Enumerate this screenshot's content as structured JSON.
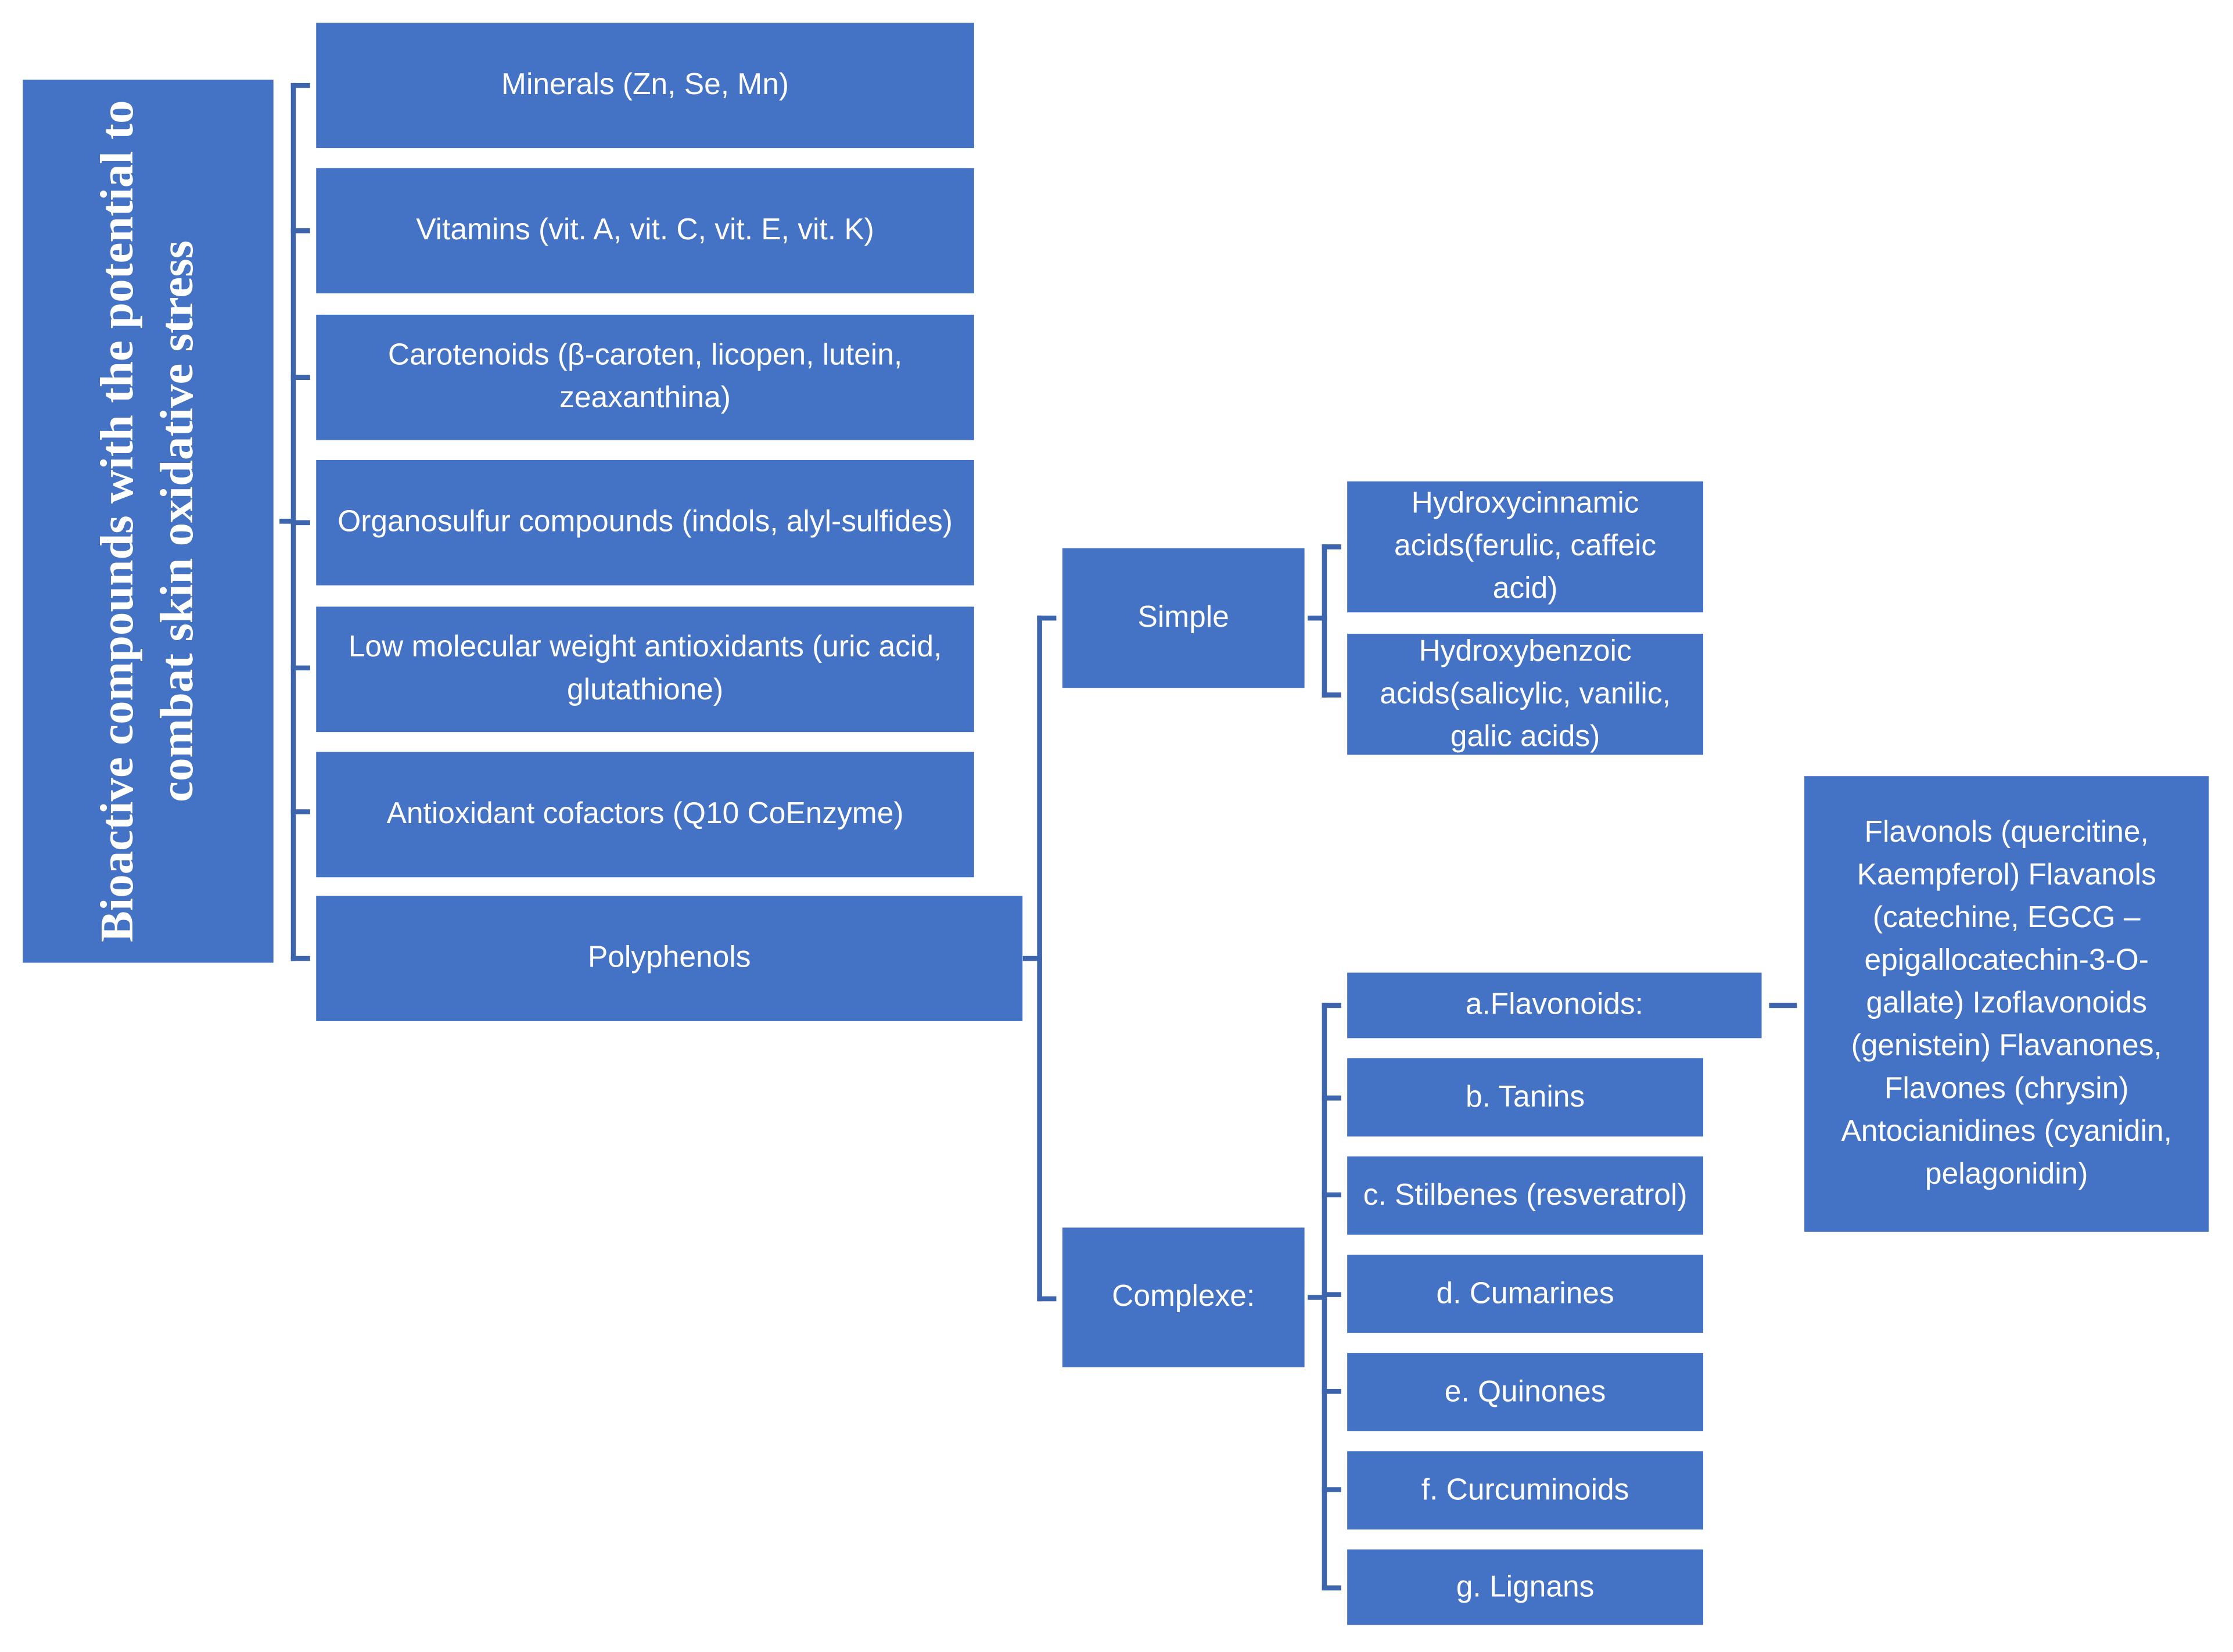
{
  "diagram": {
    "root": "Bioactive compounds with the potential to combat skin oxidative stress",
    "categories": [
      "Minerals (Zn, Se, Mn)",
      "Vitamins (vit. A, vit. C, vit. E, vit. K)",
      "Carotenoids (β-caroten, licopen, lutein, zeaxanthina)",
      "Organosulfur compounds (indols, alyl-sulfides)",
      "Low molecular weight antioxidants (uric acid, glutathione)",
      "Antioxidant cofactors (Q10 CoEnzyme)",
      "Polyphenols"
    ],
    "polyphenol_types": [
      "Simple",
      "Complexe:"
    ],
    "simple_items": [
      "Hydroxycinnamic acids(ferulic, caffeic acid)",
      "Hydroxybenzoic acids(salicylic, vanilic, galic acids)"
    ],
    "complex_items": [
      "a.Flavonoids:",
      "b. Tanins",
      "c. Stilbenes (resveratrol)",
      "d. Cumarines",
      "e. Quinones",
      "f. Curcuminoids",
      "g. Lignans"
    ],
    "flavonoid_details": "Flavonols (quercitine, Kaempferol) Flavanols (catechine, EGCG – epigallocatechin-3-O-gallate) Izoflavonoids (genistein) Flavanones, Flavones (chrysin) Antocianidines (cyanidin, pelagonidin)"
  }
}
